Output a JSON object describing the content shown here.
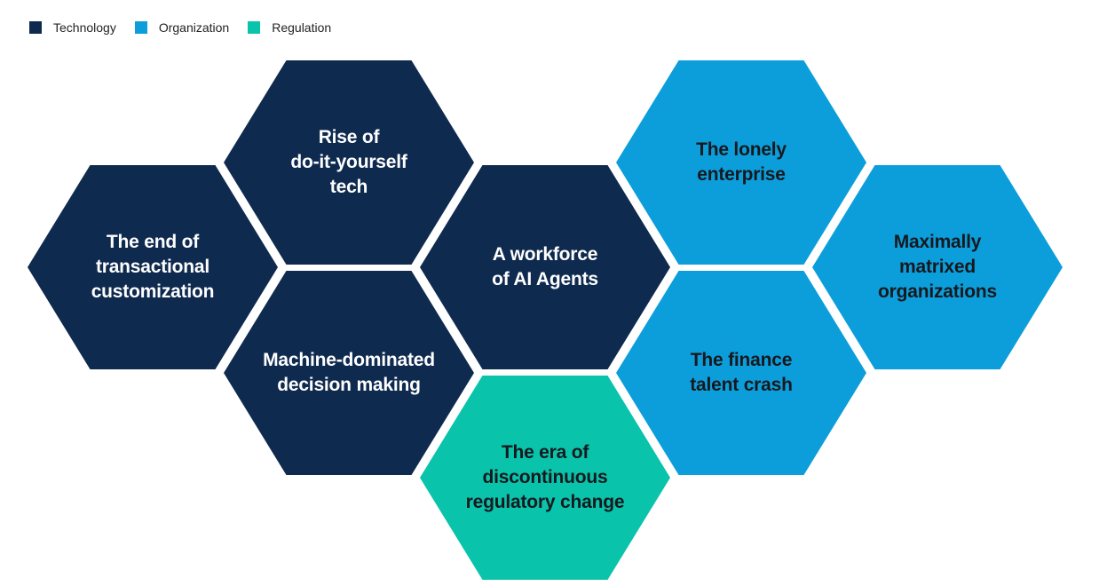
{
  "colors": {
    "technology": "#0f2a4f",
    "organization": "#0c9edb",
    "regulation": "#09c3ab",
    "text_on_dark": "#ffffff",
    "text_on_light": "#17191e",
    "background": "#ffffff"
  },
  "legend": {
    "items": [
      {
        "label": "Technology",
        "color": "#0f2a4f"
      },
      {
        "label": "Organization",
        "color": "#0c9edb"
      },
      {
        "label": "Regulation",
        "color": "#09c3ab"
      }
    ]
  },
  "hexagons": [
    {
      "label": "Rise of\ndo-it-yourself\ntech",
      "category": "Technology",
      "color": "#0f2a4f",
      "text_color": "#ffffff"
    },
    {
      "label": "The lonely\nenterprise",
      "category": "Organization",
      "color": "#0c9edb",
      "text_color": "#17191e"
    },
    {
      "label": "The end of\ntransactional\ncustomization",
      "category": "Technology",
      "color": "#0f2a4f",
      "text_color": "#ffffff"
    },
    {
      "label": "A workforce\nof AI Agents",
      "category": "Technology",
      "color": "#0f2a4f",
      "text_color": "#ffffff"
    },
    {
      "label": "Maximally\nmatrixed\norganizations",
      "category": "Organization",
      "color": "#0c9edb",
      "text_color": "#17191e"
    },
    {
      "label": "Machine-dominated\ndecision making",
      "category": "Technology",
      "color": "#0f2a4f",
      "text_color": "#ffffff"
    },
    {
      "label": "The finance\ntalent crash",
      "category": "Organization",
      "color": "#0c9edb",
      "text_color": "#17191e"
    },
    {
      "label": "The era of\ndiscontinuous\nregulatory change",
      "category": "Regulation",
      "color": "#09c3ab",
      "text_color": "#17191e"
    }
  ]
}
